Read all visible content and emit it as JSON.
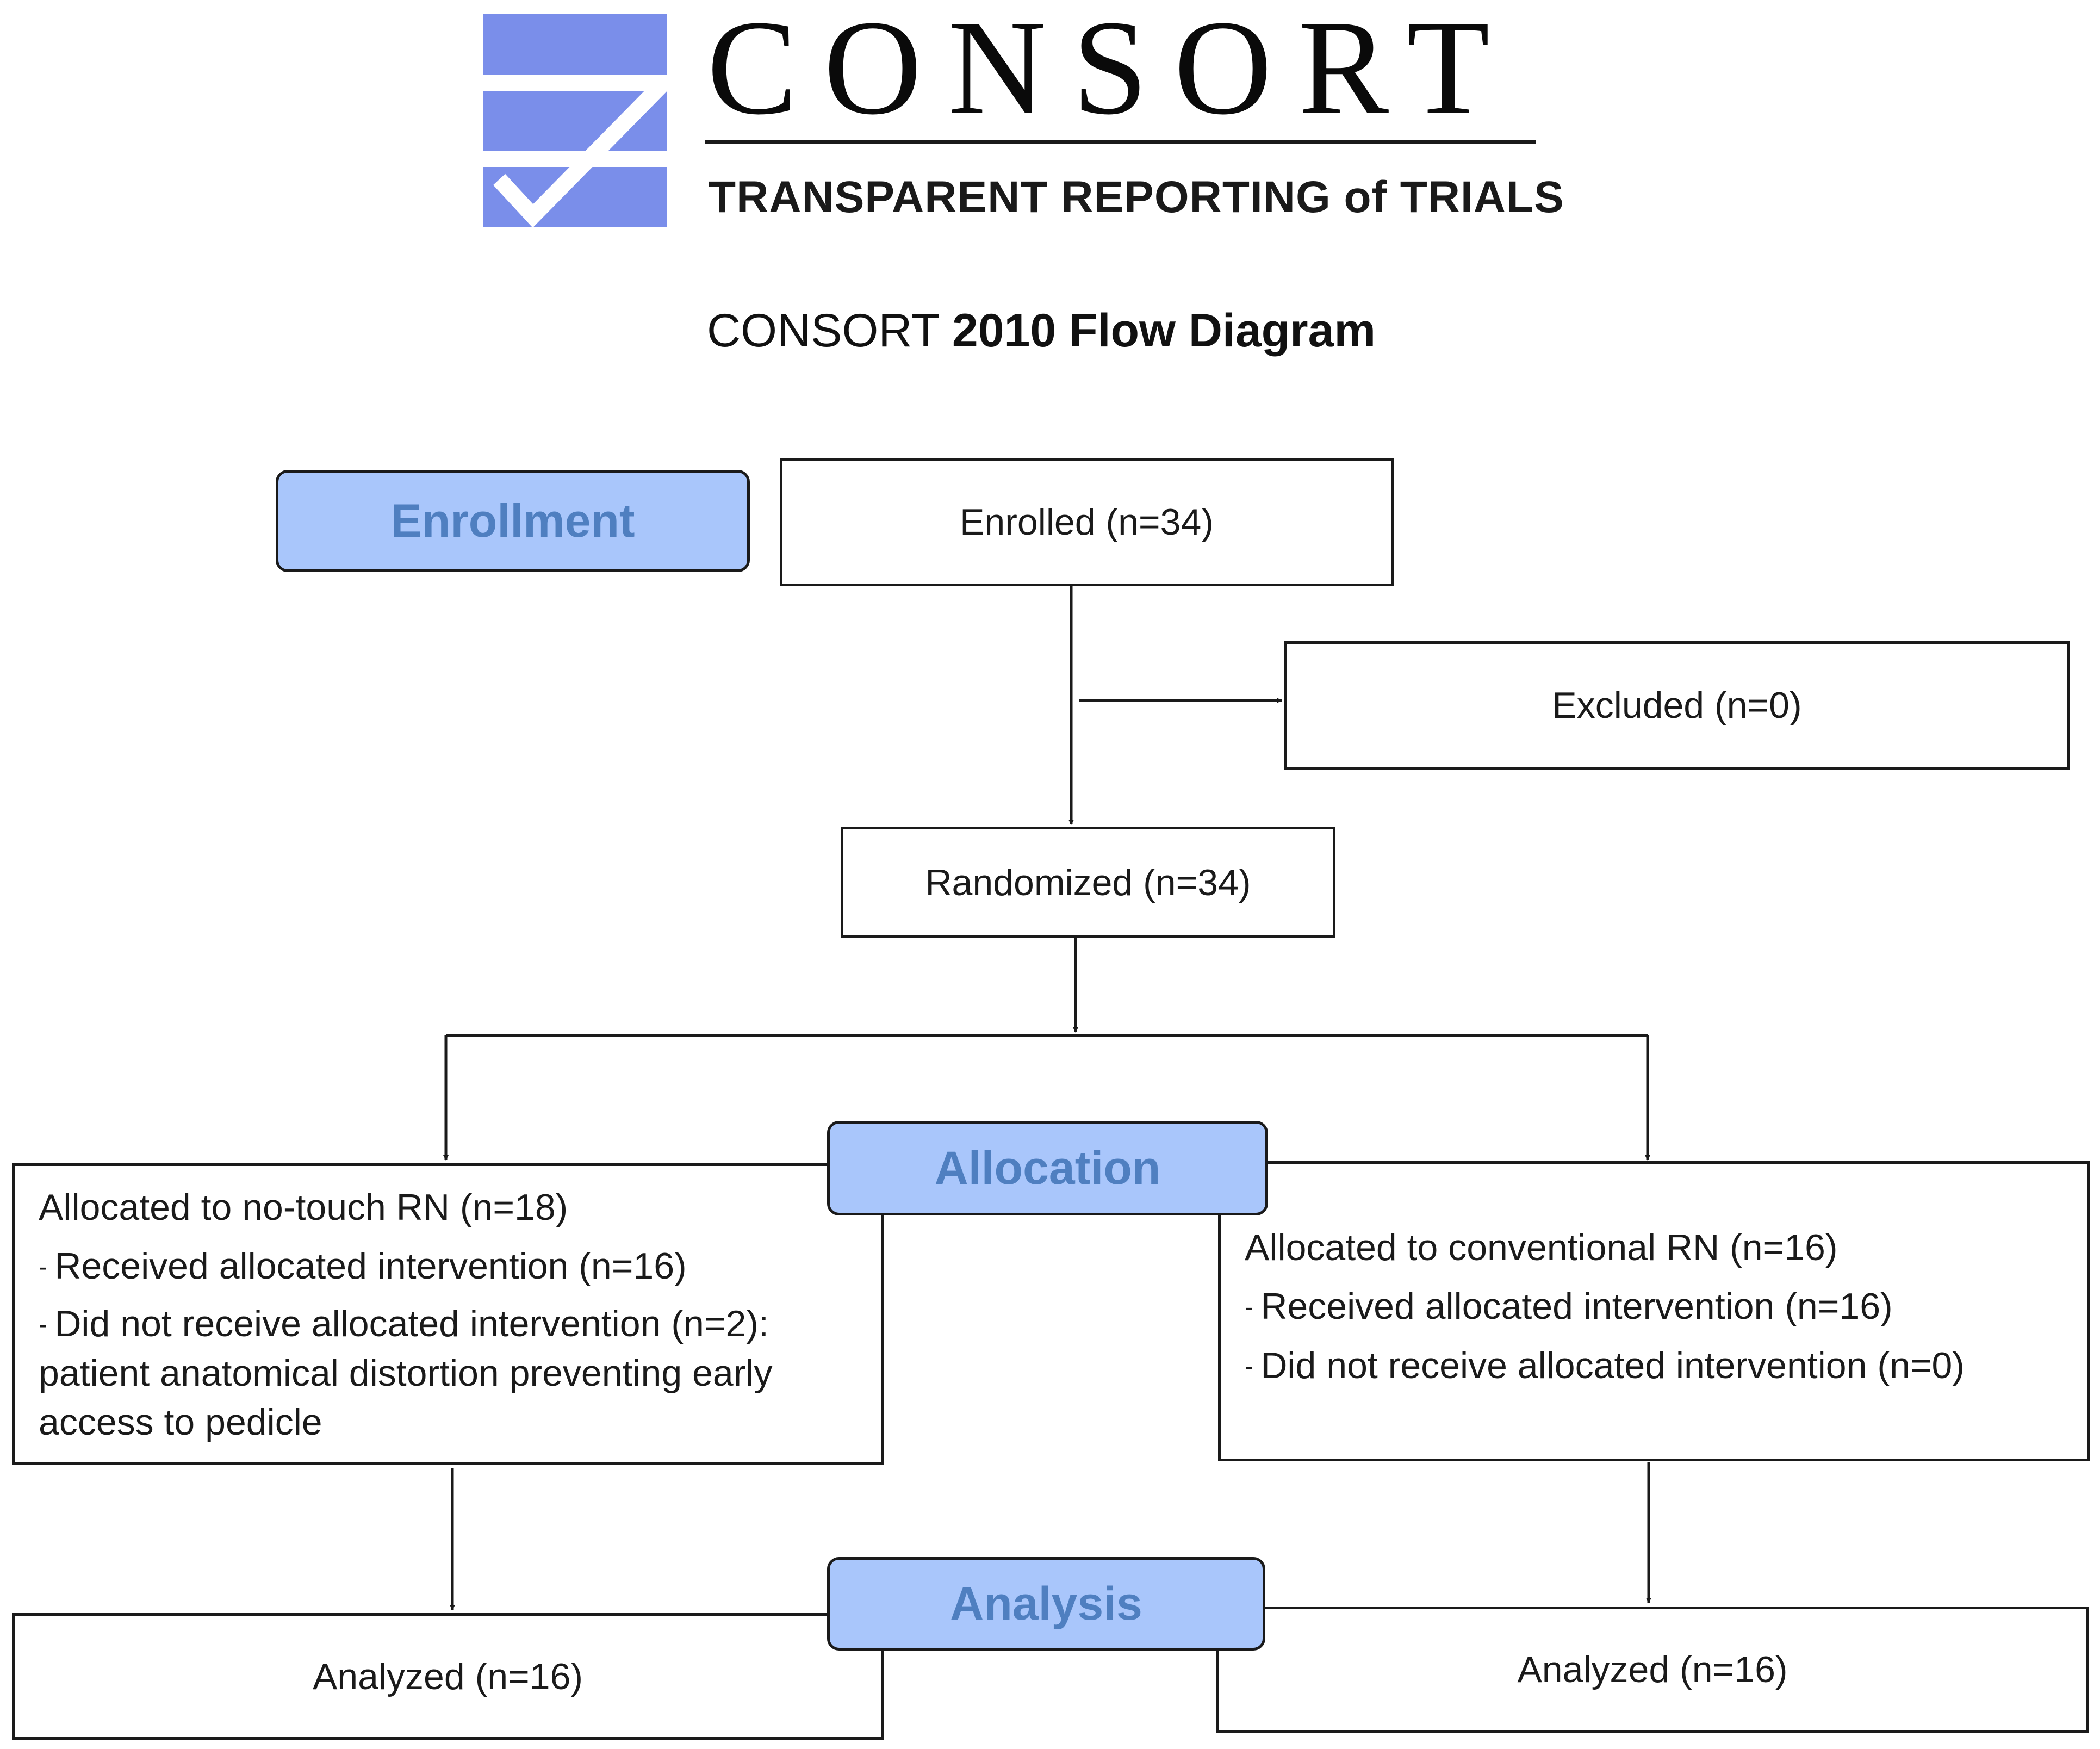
{
  "logo": {
    "wordmark": "CONSORT",
    "tagline": "TRANSPARENT REPORTING of TRIALS"
  },
  "title": {
    "prefix": "CONSORT",
    "bold": "2010 Flow Diagram"
  },
  "stages": {
    "enrollment": "Enrollment",
    "allocation": "Allocation",
    "analysis": "Analysis"
  },
  "boxes": {
    "enrolled": "Enrolled (n=34)",
    "excluded": "Excluded  (n=0)",
    "randomized": "Randomized (n=34)",
    "left_allocation": {
      "title": "Allocated to no-touch RN (n=18)",
      "received": "Received allocated intervention (n=16)",
      "not_received": "Did not receive allocated intervention (n=2): patient anatomical distortion preventing early access to pedicle"
    },
    "right_allocation": {
      "title": "Allocated to conventional RN (n=16)",
      "received": "Received allocated intervention (n=16)",
      "not_received": "Did not receive allocated intervention (n=0)"
    },
    "left_analyzed": "Analyzed (n=16)",
    "right_analyzed": "Analyzed (n=16)"
  },
  "colors": {
    "stage_fill": "#a9c6fb",
    "stage_text": "#4f7fc0",
    "logo_blue": "#7a8eea",
    "line": "#1a1a1a"
  },
  "icons": {
    "logo_mark": "consort-checkbox-logo-icon"
  }
}
